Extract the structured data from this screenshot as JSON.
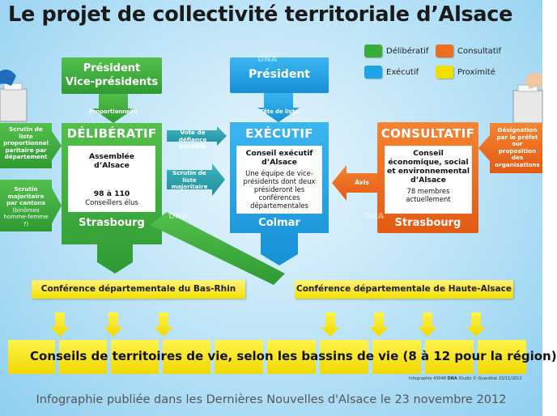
{
  "title": "Le projet de collectivité territoriale d’Alsace",
  "legend": {
    "items": [
      {
        "label": "Délibératif",
        "color": "#3aac3a"
      },
      {
        "label": "Consultatif",
        "color": "#ee6d1f"
      },
      {
        "label": "Exécutif",
        "color": "#1ea4e6"
      },
      {
        "label": "Proximité",
        "color": "#f2df00"
      }
    ]
  },
  "colors": {
    "green": "#3aac3a",
    "blue": "#1ea4e6",
    "orange": "#ee6d1f",
    "yellow": "#f2df00",
    "teal": "#2a9fb0"
  },
  "deliberatif": {
    "top_line1": "Président",
    "top_line2": "Vice-présidents",
    "connector_label": "Proportionnelle",
    "heading": "DÉLIBÉRATIF",
    "box_title": "Assemblée d’Alsace",
    "box_count": "98 à 110",
    "box_sub": "Conseillers élus",
    "city": "Strasbourg"
  },
  "executif": {
    "top_label": "Président",
    "connector_label": "Tête de liste",
    "heading": "EXÉCUTIF",
    "box_title": "Conseil exécutif d’Alsace",
    "box_desc": "Une équipe de vice-présidents dont deux présideront les conférences départementales",
    "city": "Colmar"
  },
  "consultatif": {
    "heading": "CONSULTATIF",
    "box_title": "Conseil économique, social et environnemental d’Alsace",
    "box_count": "78 membres actuellement",
    "city": "Strasbourg",
    "right_note": "Désignation par le préfet sur proposition des organisations"
  },
  "left_arrows": {
    "top": "Scrutin de liste proportionnel paritaire par département",
    "bottom_main": "Scrutin majoritaire par cantons",
    "bottom_sub": "(binômes homme-femme ?)"
  },
  "middle": {
    "vote_defiance": "Vote de défiance possible",
    "scrutin_liste": "Scrutin de liste majoritaire",
    "avis": "Avis"
  },
  "conferences": {
    "bas_rhin": "Conférence départementale du Bas-Rhin",
    "haute_alsace": "Conférence départementale de Haute-Alsace"
  },
  "conseils": "Conseils de territoires de vie, selon les bassins de vie (8 à 12 pour la région)",
  "credits": {
    "infographie": "Infographie 43048",
    "dna": "DNA",
    "studio": "Studio",
    "copyright": "© Quantitat 23/11/2012"
  },
  "watermark": "DNA",
  "caption": "Infographie publiée dans les Dernières Nouvelles d'Alsace le 23 novembre 2012"
}
